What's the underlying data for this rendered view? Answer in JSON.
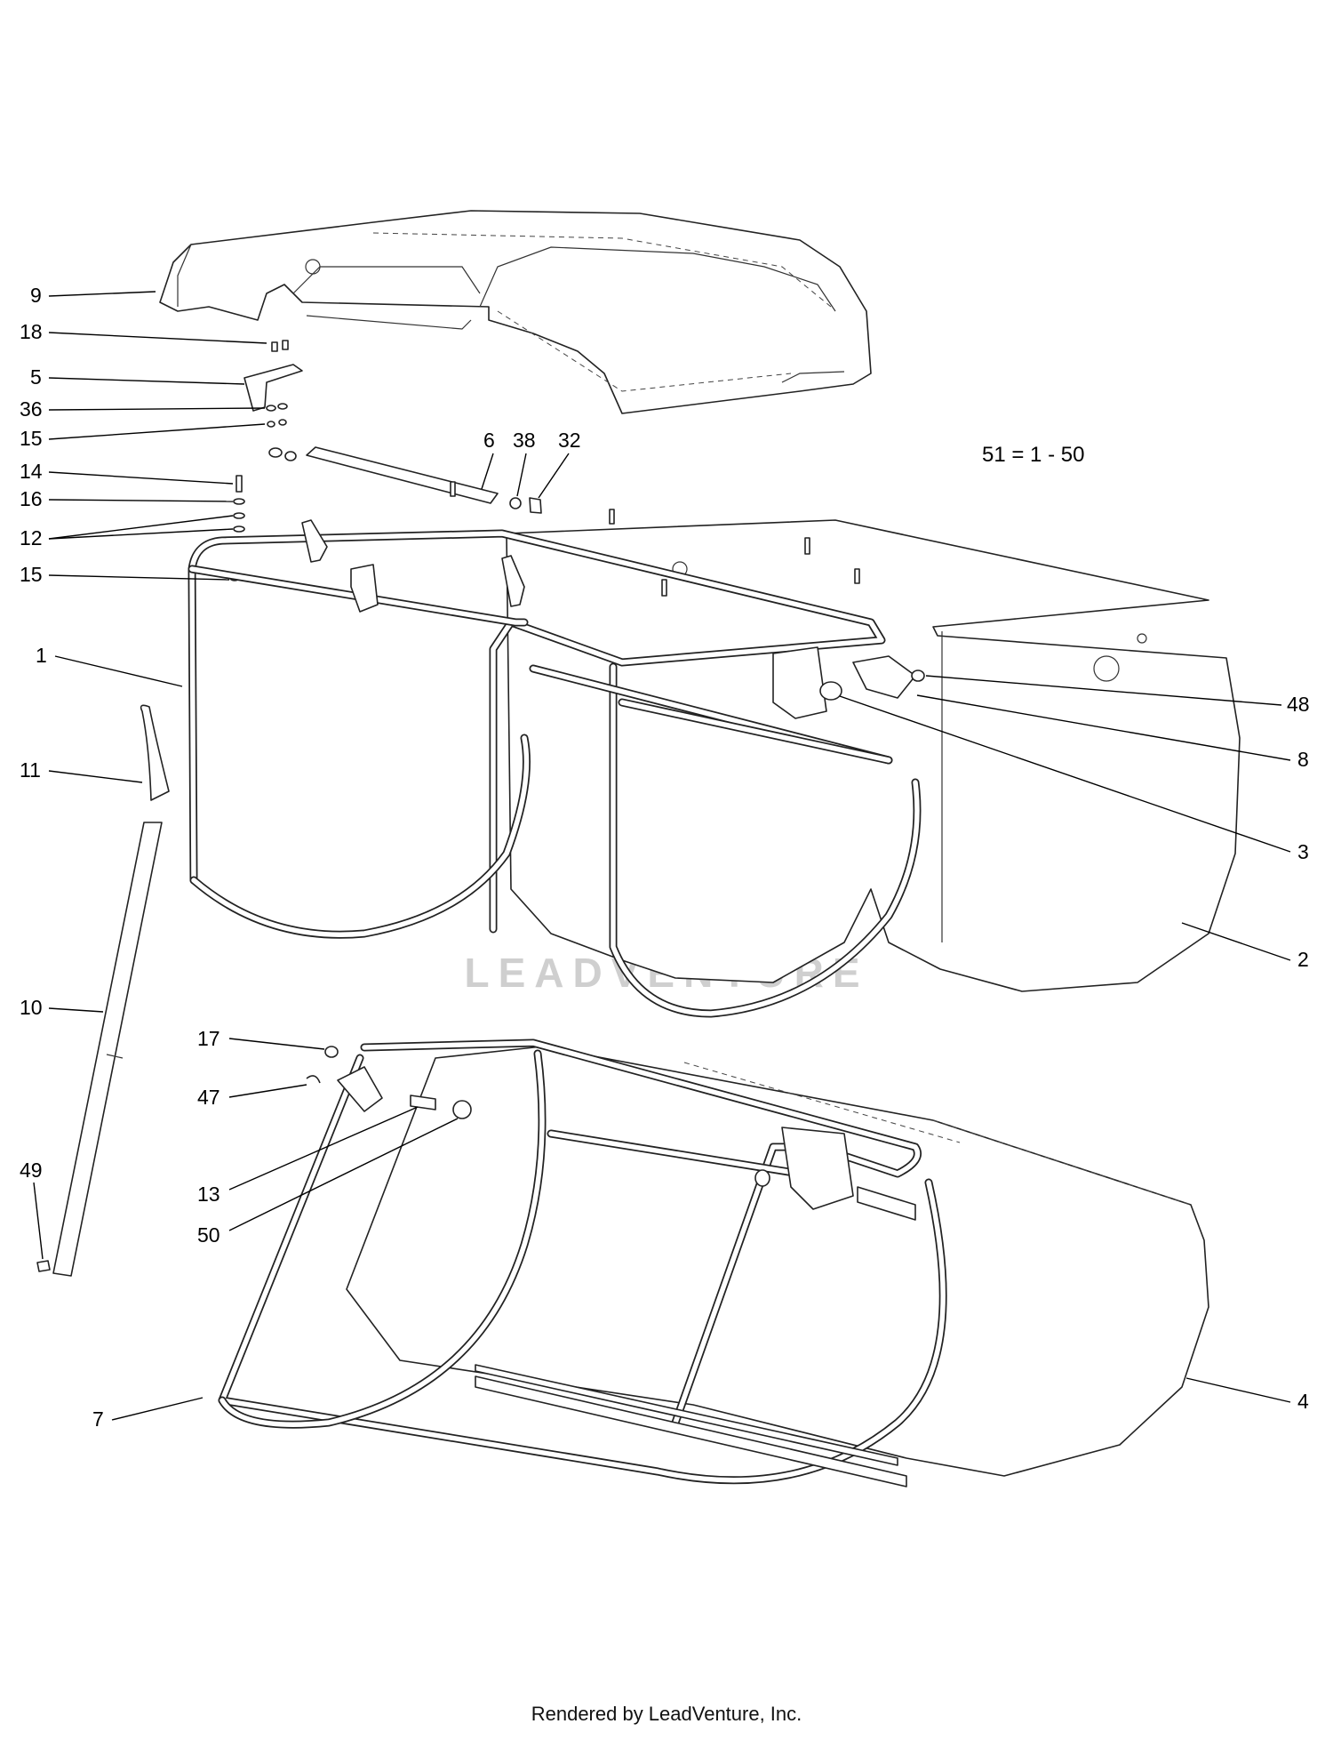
{
  "diagram": {
    "callouts": [
      "9",
      "18",
      "5",
      "36",
      "15",
      "14",
      "16",
      "12",
      "15",
      "1",
      "11",
      "10",
      "49",
      "6",
      "38",
      "32",
      "48",
      "8",
      "3",
      "2",
      "17",
      "47",
      "13",
      "50",
      "7",
      "4"
    ],
    "equation": "51 = 1 - 50",
    "watermark": "LEADVENTURE"
  },
  "footer": {
    "text": "Rendered by LeadVenture, Inc."
  }
}
